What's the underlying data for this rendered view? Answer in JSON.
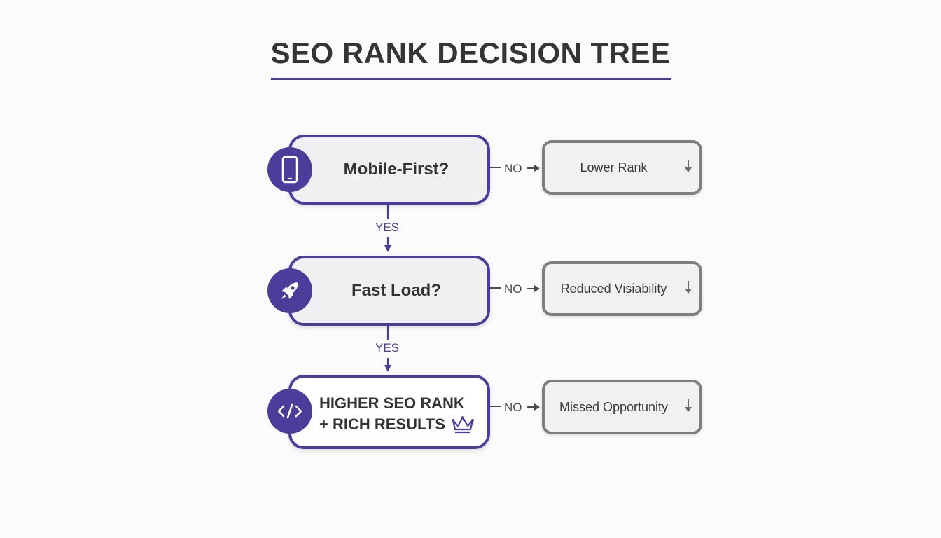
{
  "title": "SEO RANK DECISION TREE",
  "colors": {
    "primary": "#4b3d9a",
    "outcome_border": "#7e7e80",
    "text": "#333236"
  },
  "decisions": [
    {
      "label": "Mobile-First?",
      "icon": "smartphone-icon",
      "no_label": "NO",
      "yes_label": "YES"
    },
    {
      "label": "Fast Load?",
      "icon": "rocket-icon",
      "no_label": "NO",
      "yes_label": "YES"
    }
  ],
  "final": {
    "line1": "HIGHER SEO RANK",
    "line2": "+ RICH RESULTS",
    "icon": "code-icon",
    "badge_icon": "crown-icon",
    "no_label": "NO"
  },
  "outcomes": [
    {
      "label": "Lower Rank",
      "icon": "down-arrow-icon"
    },
    {
      "label": "Reduced Visiability",
      "icon": "down-arrow-icon"
    },
    {
      "label": "Missed Opportunity",
      "icon": "down-arrow-icon"
    }
  ]
}
